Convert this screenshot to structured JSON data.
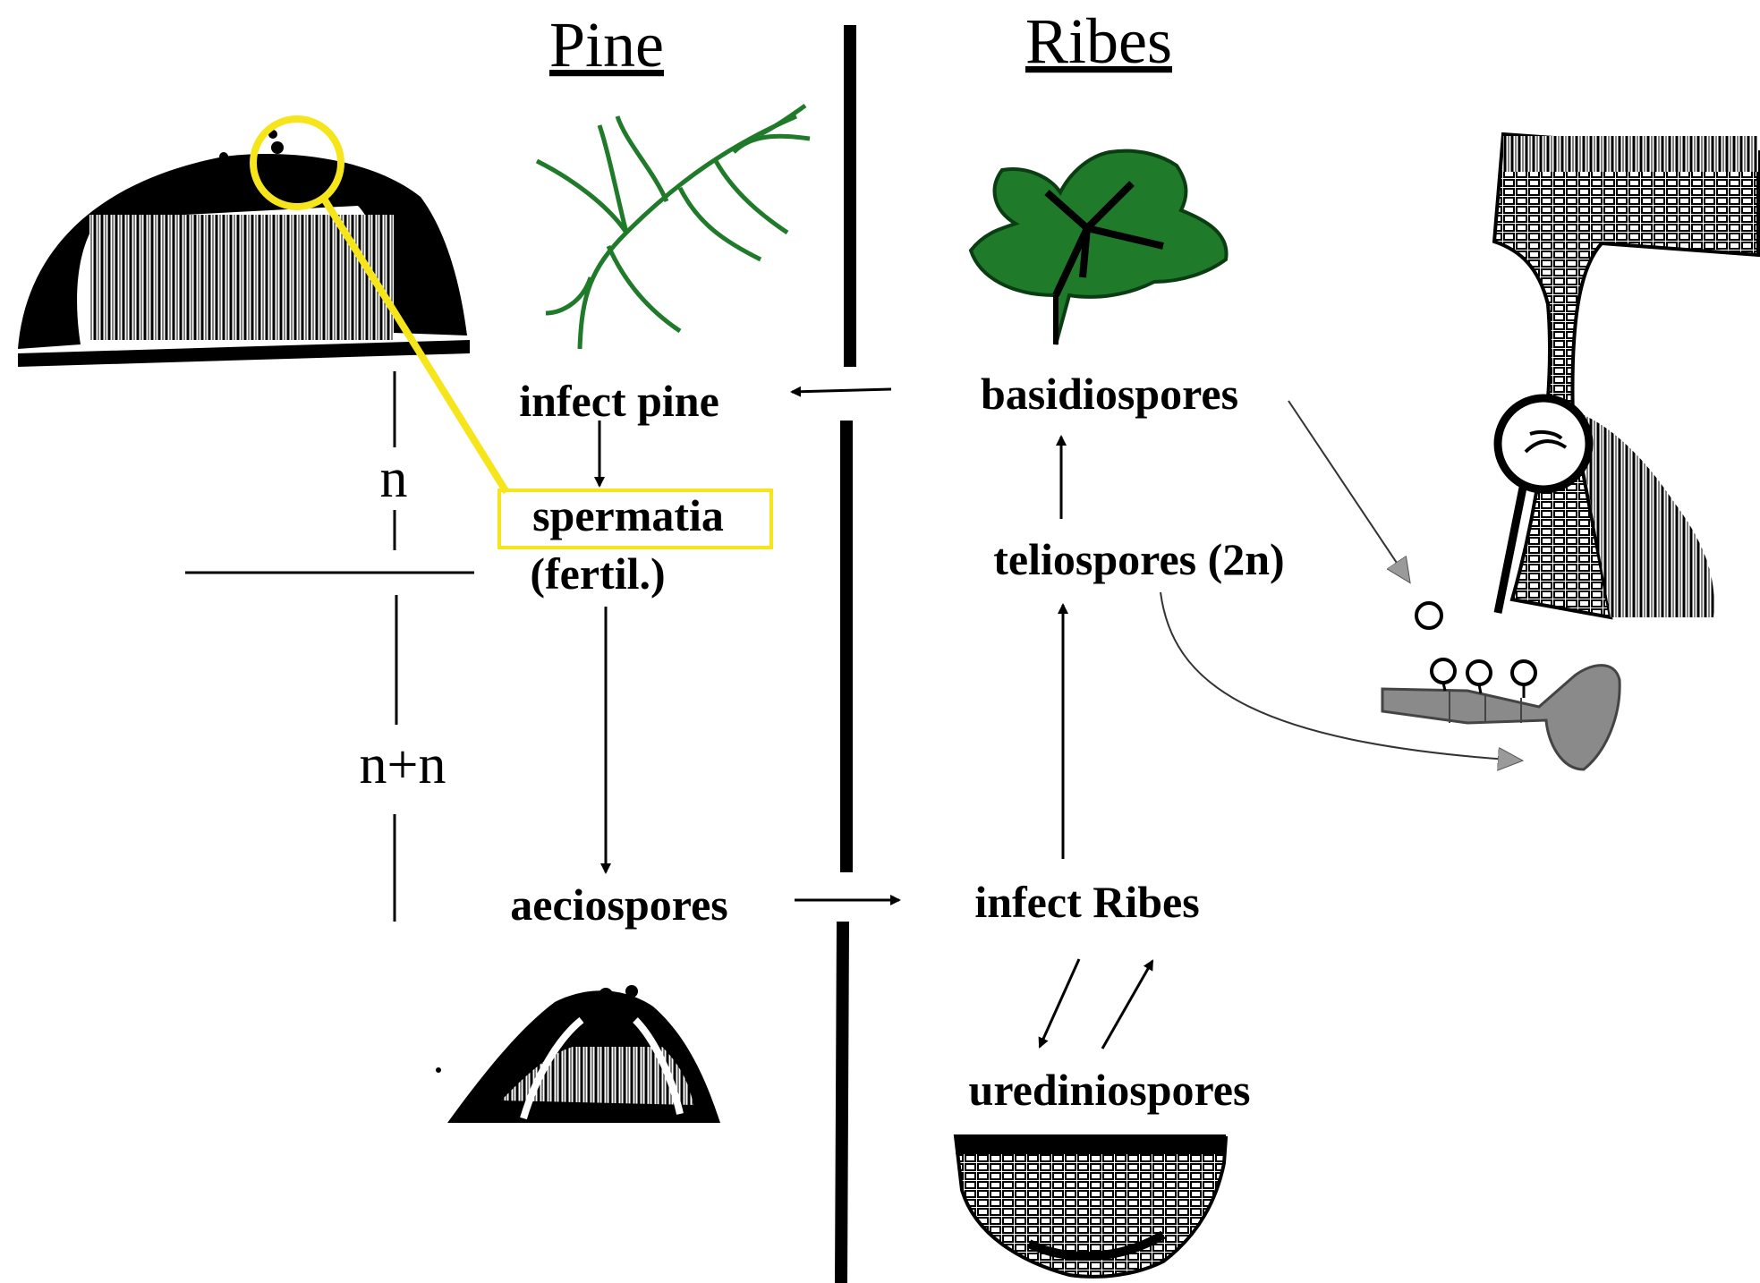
{
  "headers": {
    "pine": "Pine",
    "ribes": "Ribes"
  },
  "stages": {
    "infect_pine": "infect pine",
    "spermatia": "spermatia",
    "fertil": "(fertil.)",
    "aeciospores": "aeciospores",
    "infect_ribes": "infect Ribes",
    "basidiospores": "basidiospores",
    "teliospores": "teliospores (2n)",
    "urediniospores": "urediniospores"
  },
  "ploidy": {
    "haploid": "n",
    "dikaryotic": "n+n"
  },
  "colors": {
    "highlight": "#f5e51a",
    "leaf_green": "#1f7a2a",
    "spore_gray": "#8a8a8a",
    "ink": "#000000"
  },
  "icons": [
    "spermogonium-cross-section",
    "pine-twig",
    "ribes-leaf",
    "telial-column",
    "aecium",
    "uredinium",
    "germinating-teliospore"
  ]
}
